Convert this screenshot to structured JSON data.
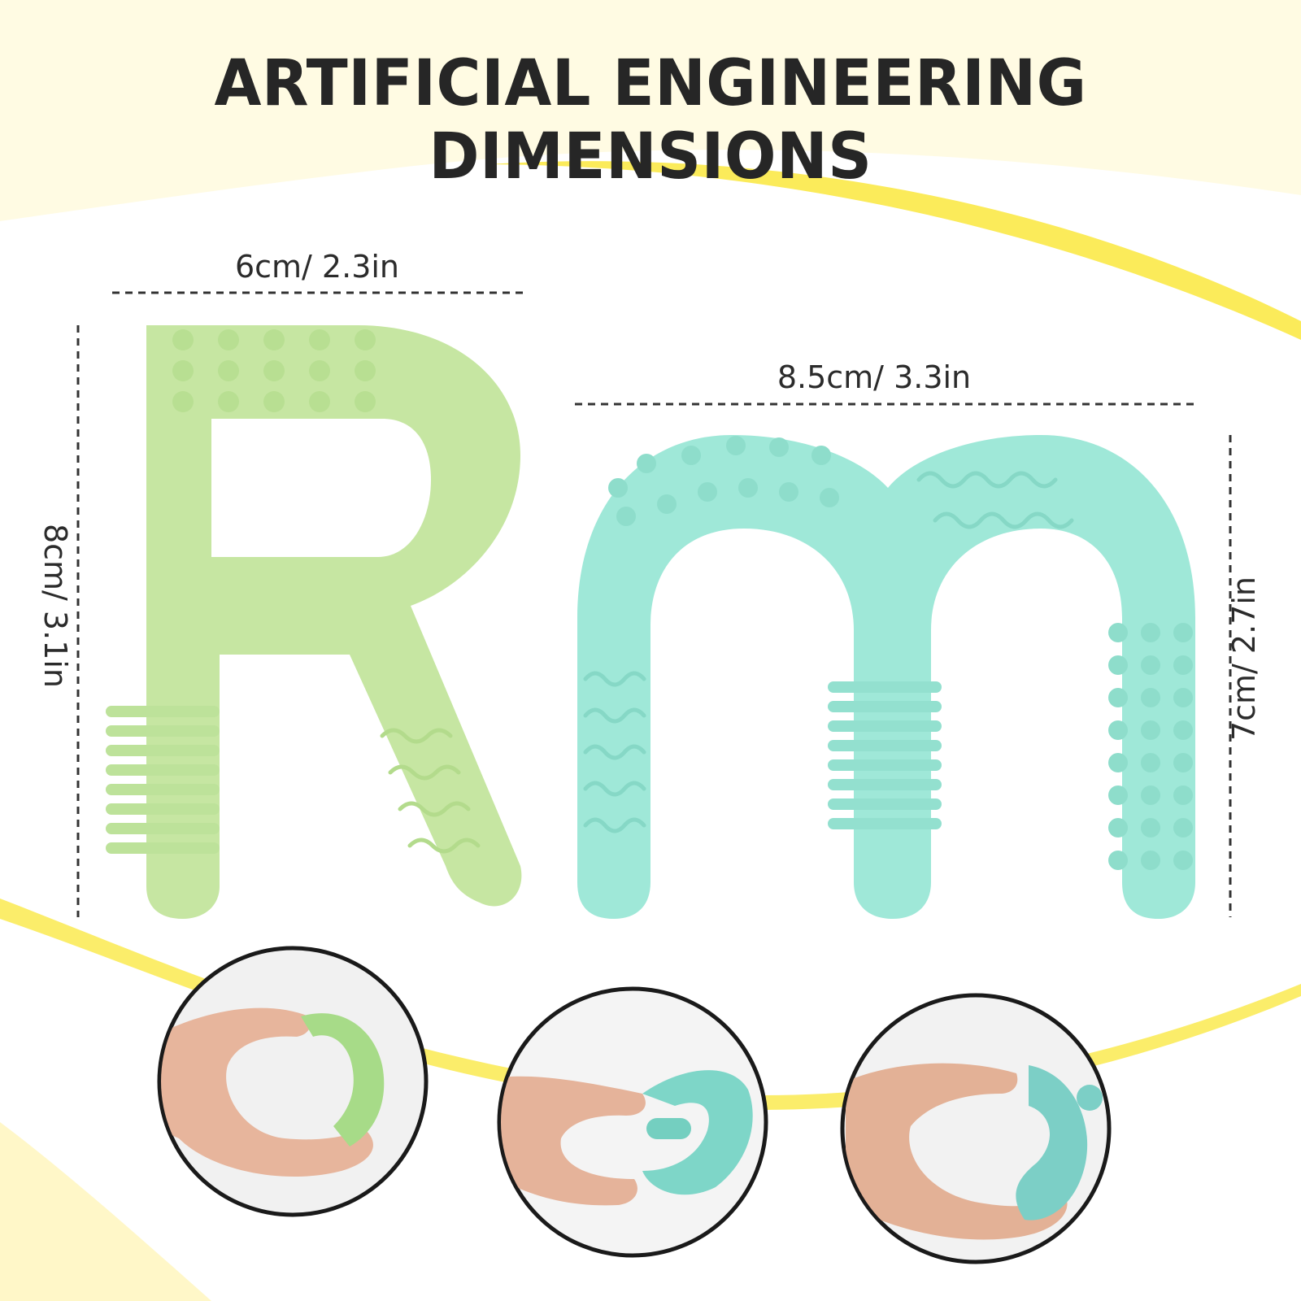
{
  "headline": "ARTIFICIAL ENGINEERING DIMENSIONS",
  "letter_r": {
    "name": "R",
    "color": "#C6E6A2",
    "width_label": "6cm/ 2.3in",
    "height_label": "8cm/ 3.1in"
  },
  "letter_m": {
    "name": "m",
    "color": "#9FE8D8",
    "width_label": "8.5cm/ 3.3in",
    "height_label": "7cm/ 2.7in"
  },
  "colors": {
    "background_top": "#FFFBE3",
    "accent_yellow": "#FBEB5A",
    "text": "#262626",
    "dashed_line": "#333333"
  },
  "photos": [
    {
      "name": "bending-r-photo",
      "toy_color": "#A7DB88"
    },
    {
      "name": "folding-m-photo",
      "toy_color": "#7ED6C8"
    },
    {
      "name": "squeezing-m-photo",
      "toy_color": "#7CCFC6"
    }
  ]
}
